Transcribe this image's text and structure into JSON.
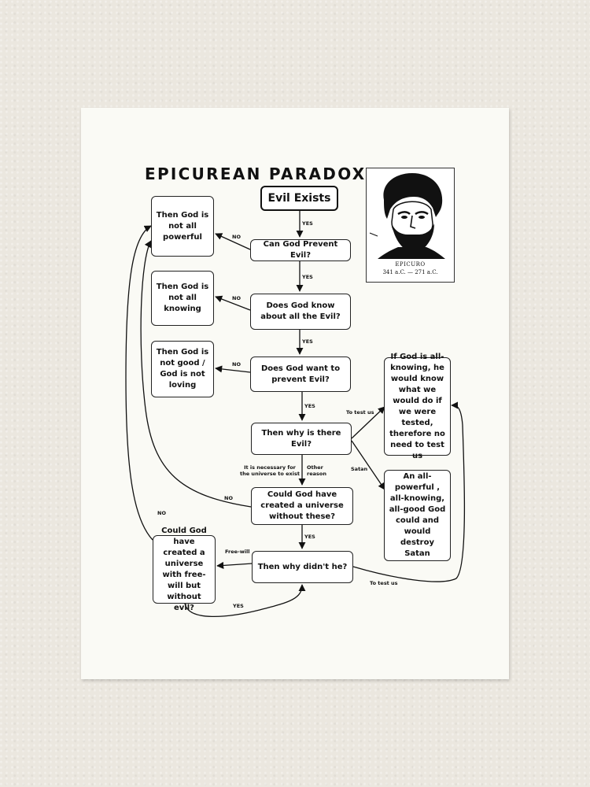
{
  "title": "EPICUREAN PARADOX",
  "portrait": {
    "name": "EPICURO",
    "dates": "341 a.C. — 271 a.C."
  },
  "nodes": {
    "evil_exists": "Evil Exists",
    "not_powerful": "Then God is not all powerful",
    "can_prevent": "Can God Prevent Evil?",
    "not_knowing": "Then God is not all knowing",
    "know_about": "Does God know about all the Evil?",
    "not_good": "Then God is not good / God is not loving",
    "want_prevent": "Does God want to prevent Evil?",
    "why_evil": "Then why is there Evil?",
    "all_knowing_test": "If God is all-knowing, he would know what we would do if we were tested, therefore no need to test us",
    "destroy_satan": "An all-powerful , all-knowing, all-good God could and would destroy Satan",
    "could_created": "Could God have created a universe without these?",
    "why_didnt": "Then why didn't he?",
    "free_will": "Could God have created a universe with free-will but without evil?"
  },
  "edge_labels": {
    "yes1": "YES",
    "yes2": "YES",
    "yes3": "YES",
    "yes4": "YES",
    "yes5": "YES",
    "yes6": "YES",
    "no1": "NO",
    "no2": "NO",
    "no3": "NO",
    "no4": "NO",
    "no5": "NO",
    "to_test_us_1": "To test us",
    "satan": "Satan",
    "necessary": "It is necessary for the universe to exist",
    "other_reason": "Other reason",
    "free_will_lbl": "Free-will",
    "to_test_us_2": "To test us"
  }
}
